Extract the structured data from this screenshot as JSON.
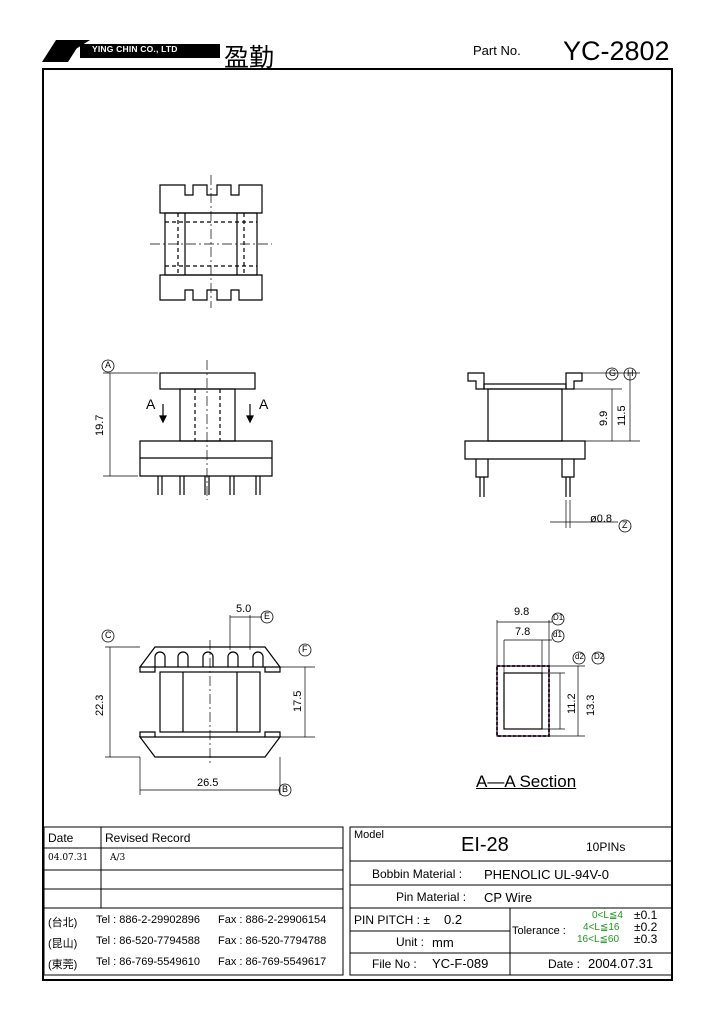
{
  "header": {
    "company_en": "YING CHIN CO., LTD",
    "company_cn": "盈勤",
    "part_no_label": "Part No.",
    "part_no": "YC-2802"
  },
  "dimensions": {
    "A": "A",
    "h19_7": "19.7",
    "d9_9": "9.9",
    "d11_5": "11.5",
    "G": "G",
    "H": "H",
    "phi": "ø0.8",
    "Z": "Z",
    "d5_0": "5.0",
    "E": "E",
    "C": "C",
    "F": "F",
    "d22_3": "22.3",
    "d17_5": "17.5",
    "d26_5": "26.5",
    "B": "B",
    "d9_8": "9.8",
    "D1": "D1",
    "d7_8": "7.8",
    "d1": "d1",
    "d2": "d2",
    "D2": "D2",
    "d11_2": "11.2",
    "d13_3": "13.3",
    "section": "A—A Section"
  },
  "revision": {
    "date_header": "Date",
    "record_header": "Revised Record",
    "rows": [
      {
        "date": "04.07.31",
        "record": "A/3"
      },
      {
        "date": "",
        "record": ""
      },
      {
        "date": "",
        "record": ""
      }
    ]
  },
  "contacts": [
    {
      "city": "(台北)",
      "tel": "Tel : 886-2-29902896",
      "fax": "Fax : 886-2-29906154"
    },
    {
      "city": "(昆山)",
      "tel": "Tel : 86-520-7794588",
      "fax": "Fax : 86-520-7794788"
    },
    {
      "city": "(東莞)",
      "tel": "Tel : 86-769-5549610",
      "fax": "Fax : 86-769-5549617"
    }
  ],
  "spec": {
    "model_label": "Model",
    "model": "EI-28",
    "pins": "10PINs",
    "bobbin_label": "Bobbin  Material :",
    "bobbin": "PHENOLIC UL-94V-0",
    "pin_label": "Pin  Material :",
    "pin": "CP Wire",
    "pitch_label": "PIN  PITCH : ±",
    "pitch": "0.2",
    "unit_label": "Unit :",
    "unit": "mm",
    "tolerance_label": "Tolerance :",
    "tol_rows": [
      {
        "range": "0<L≦4",
        "value": "±0.1"
      },
      {
        "range": "4<L≦16",
        "value": "±0.2"
      },
      {
        "range": "16<L≦60",
        "value": "±0.3"
      }
    ],
    "file_label": "File  No :",
    "file": "YC-F-089",
    "date_label": "Date :",
    "date": "2004.07.31"
  }
}
